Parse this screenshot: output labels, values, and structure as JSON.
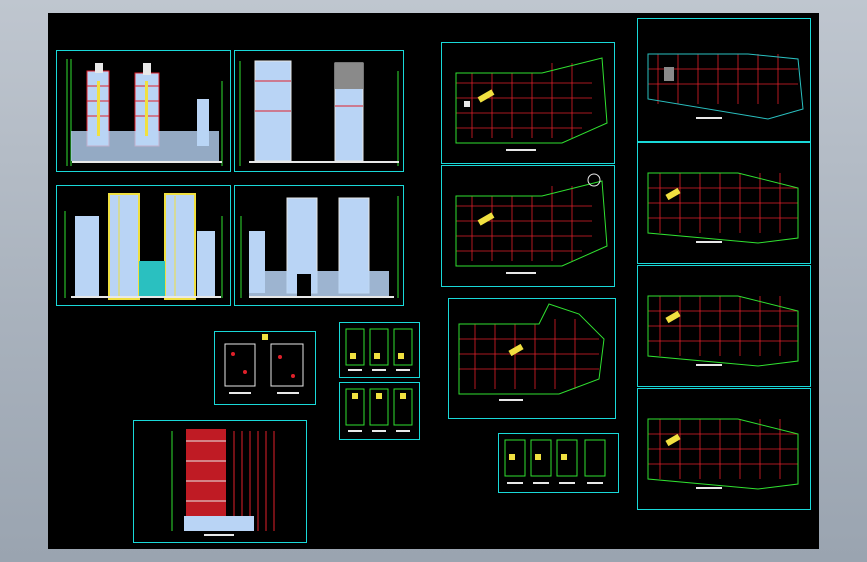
{
  "app": {
    "viewport": "cad-model-space",
    "background_color": "#000000",
    "frame_color": "#19d9d9"
  },
  "sheets": {
    "elevations": [
      {
        "kind": "elevation-front-twin-towers"
      },
      {
        "kind": "elevation-side-pair"
      },
      {
        "kind": "elevation-rear-twin-towers"
      },
      {
        "kind": "elevation-twin-towers-podium"
      },
      {
        "kind": "elevation-single-tower"
      }
    ],
    "unit_plans": [
      {
        "kind": "core-plans-pair"
      },
      {
        "kind": "unit-plans-row-upper"
      },
      {
        "kind": "unit-plans-row-lower"
      },
      {
        "kind": "unit-plans-row-small"
      }
    ],
    "floor_plans": [
      {
        "kind": "floor-plan-1"
      },
      {
        "kind": "floor-plan-2"
      },
      {
        "kind": "floor-plan-3"
      },
      {
        "kind": "floor-plan-4"
      },
      {
        "kind": "floor-plan-5"
      },
      {
        "kind": "floor-plan-6"
      },
      {
        "kind": "floor-plan-7"
      }
    ]
  },
  "colors": {
    "tower_blue": "#b9d4f5",
    "tower_yellow": "#f0e040",
    "grid_red": "#e0202a",
    "line_green": "#30e030",
    "dim_white": "#e8e8e8"
  }
}
